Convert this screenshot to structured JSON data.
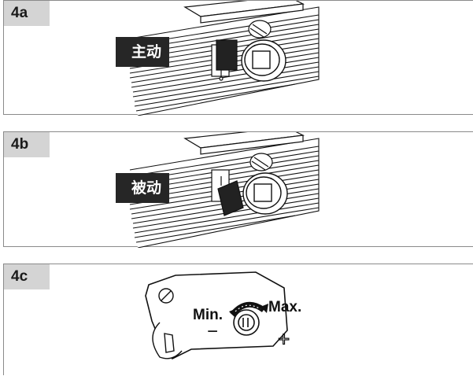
{
  "panels": [
    {
      "id": "4a",
      "label": "4a",
      "mode_label": "主动",
      "switch_state": "active"
    },
    {
      "id": "4b",
      "label": "4b",
      "mode_label": "被动",
      "switch_state": "passive"
    },
    {
      "id": "4c",
      "label": "4c",
      "min_label": "Min.",
      "max_label": "Max.",
      "minus_symbol": "−",
      "plus_symbol": "+"
    }
  ]
}
